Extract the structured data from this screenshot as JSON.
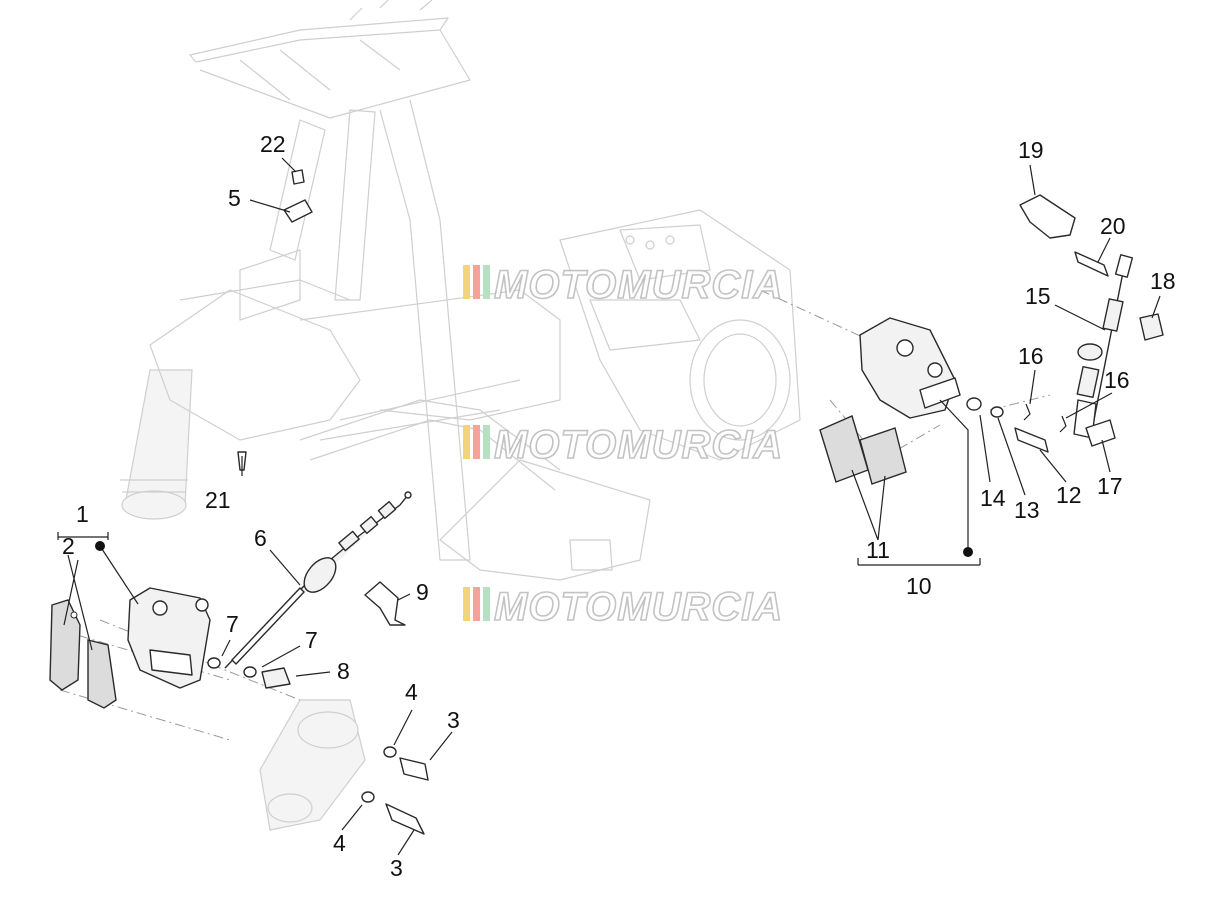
{
  "watermark": {
    "text": "MOTOMURCIA",
    "stripe_colors": [
      "#f2d57a",
      "#f4a39a",
      "#b7e0c3"
    ]
  },
  "callouts": [
    {
      "id": "c1",
      "label": "1"
    },
    {
      "id": "c2",
      "label": "2"
    },
    {
      "id": "c3a",
      "label": "3"
    },
    {
      "id": "c3b",
      "label": "3"
    },
    {
      "id": "c4a",
      "label": "4"
    },
    {
      "id": "c4b",
      "label": "4"
    },
    {
      "id": "c5",
      "label": "5"
    },
    {
      "id": "c6",
      "label": "6"
    },
    {
      "id": "c7a",
      "label": "7"
    },
    {
      "id": "c7b",
      "label": "7"
    },
    {
      "id": "c8",
      "label": "8"
    },
    {
      "id": "c9",
      "label": "9"
    },
    {
      "id": "c10",
      "label": "10"
    },
    {
      "id": "c11",
      "label": "11"
    },
    {
      "id": "c12",
      "label": "12"
    },
    {
      "id": "c13",
      "label": "13"
    },
    {
      "id": "c14",
      "label": "14"
    },
    {
      "id": "c15",
      "label": "15"
    },
    {
      "id": "c16a",
      "label": "16"
    },
    {
      "id": "c16b",
      "label": "16"
    },
    {
      "id": "c17",
      "label": "17"
    },
    {
      "id": "c18",
      "label": "18"
    },
    {
      "id": "c19",
      "label": "19"
    },
    {
      "id": "c20",
      "label": "20"
    },
    {
      "id": "c21",
      "label": "21"
    },
    {
      "id": "c22",
      "label": "22"
    }
  ]
}
